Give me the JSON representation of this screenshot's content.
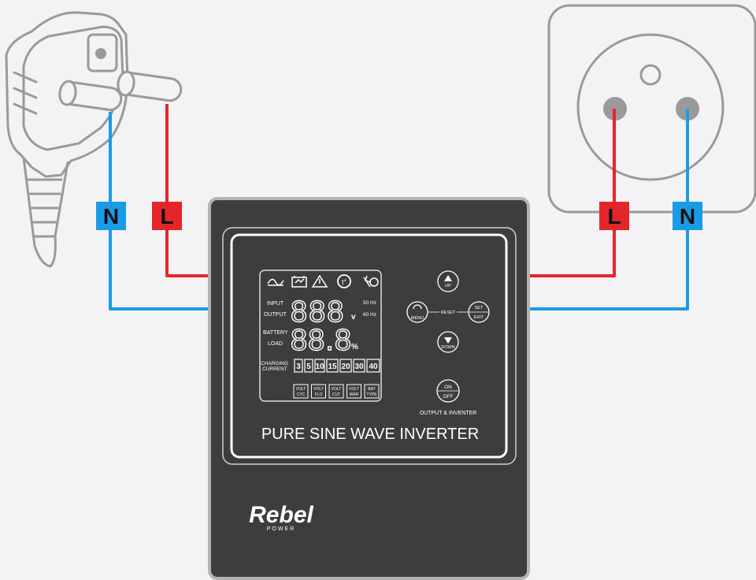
{
  "wire_labels": {
    "plug_neutral": "N",
    "plug_live": "L",
    "socket_live": "L",
    "socket_neutral": "N"
  },
  "colors": {
    "neutral": "#1a9be6",
    "live": "#e5252b",
    "panel": "#3d3d3d",
    "outline": "#9a9a9a"
  },
  "lcd": {
    "rows": {
      "input_label": "INPUT",
      "output_label": "OUTPUT",
      "battery_label": "BATTERY",
      "load_label": "LOAD",
      "charging_label": "CHARGING",
      "current_label": "CURRENT"
    },
    "readout_top": "888",
    "readout_top_unit": "v",
    "readout_bottom": "88.8",
    "readout_bottom_unit": "%",
    "freq_50": "50 Hz",
    "freq_60": "60 Hz",
    "charging_steps": [
      "3",
      "5",
      "10",
      "15",
      "20",
      "30",
      "40"
    ],
    "modes": [
      {
        "top": "VOLT",
        "bottom": "CYC"
      },
      {
        "top": "VOLT",
        "bottom": "FLO"
      },
      {
        "top": "VOLT",
        "bottom": "CUT"
      },
      {
        "top": "VOLT",
        "bottom": "WAR"
      },
      {
        "top": "BAT",
        "bottom": "TYPE"
      }
    ],
    "icons": [
      "sine-wave-icon",
      "battery-icon",
      "warning-icon",
      "temperature-icon",
      "overload-icon"
    ]
  },
  "buttons": {
    "up": "UP",
    "menu": "MENU",
    "reset": "RESET",
    "set": "SET",
    "exit": "EXIT",
    "down": "DOWN",
    "on": "ON",
    "off": "OFF",
    "output_inverter": "OUTPUT & INVENTER"
  },
  "panel_title": "PURE SINE WAVE INVERTER",
  "brand": {
    "name": "Rebel",
    "tagline": "POWER"
  }
}
